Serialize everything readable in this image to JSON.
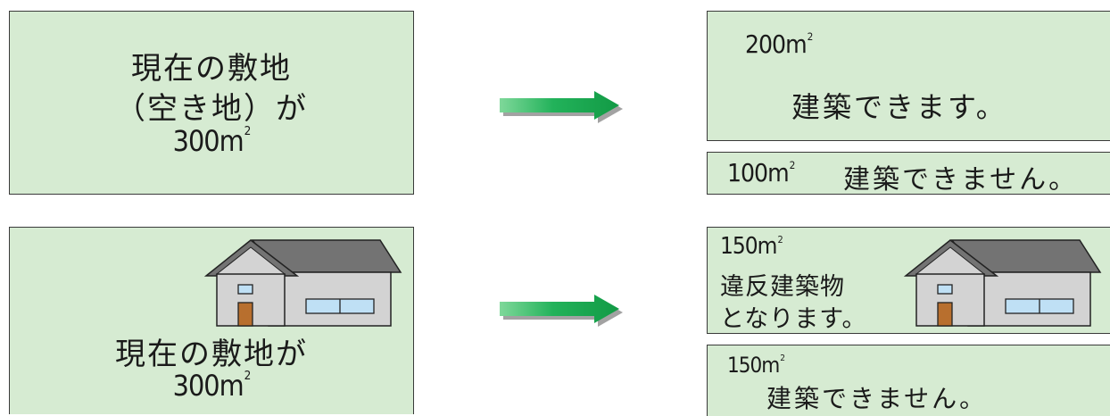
{
  "colors": {
    "panel_fill": "#d6ebd2",
    "arrow_green": "#1faa4f",
    "house_wall": "#d3d3d3",
    "house_roof": "#737373",
    "window_fill": "#bfe0f5",
    "door_fill": "#b86f2e"
  },
  "top_left": {
    "line1": "現在の敷地",
    "line2": "（空き地）が",
    "line3_num": "300m",
    "line3_sup": "2"
  },
  "top_right_a": {
    "area_num": "200m",
    "area_sup": "2",
    "text": "建築できます。"
  },
  "top_right_b": {
    "area_num": "100m",
    "area_sup": "2",
    "text": "建築できません。"
  },
  "bottom_left": {
    "icon": "house-icon",
    "line1": "現在の敷地が",
    "line2_num": "300m",
    "line2_sup": "2"
  },
  "bottom_right_a": {
    "icon": "house-icon",
    "area_num": "150m",
    "area_sup": "2",
    "line1": "違反建築物",
    "line2": "となります。"
  },
  "bottom_right_b": {
    "area_num": "150m",
    "area_sup": "2",
    "text": "建築できません。"
  },
  "arrows": {
    "icon": "arrow-right-icon"
  }
}
